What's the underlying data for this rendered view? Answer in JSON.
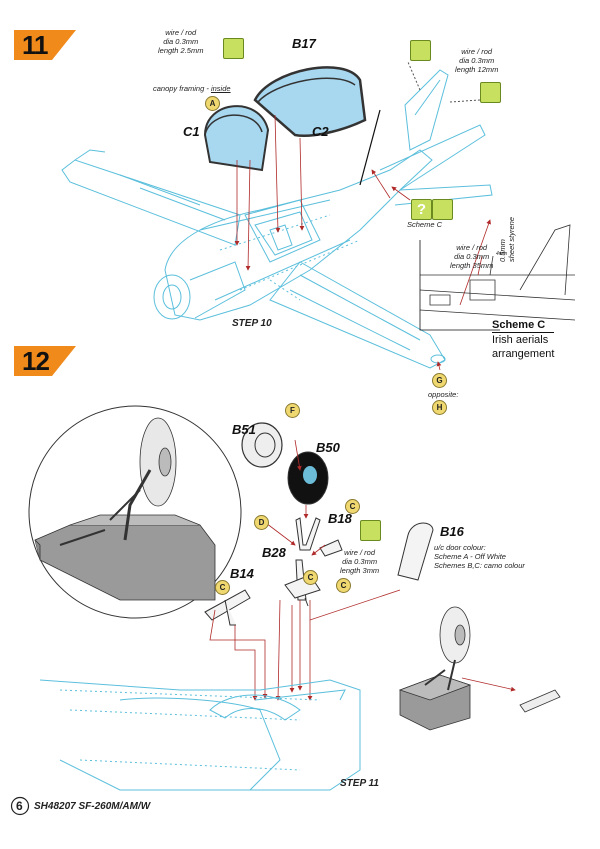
{
  "steps": [
    {
      "number": "11",
      "label": "STEP 10"
    },
    {
      "number": "12",
      "label": "STEP 11"
    }
  ],
  "parts": {
    "b17": "B17",
    "c1": "C1",
    "c2": "C2",
    "b51": "B51",
    "b50": "B50",
    "b18": "B18",
    "b28": "B28",
    "b14": "B14",
    "b16": "B16"
  },
  "notes": {
    "canopy_framing_prefix": "canopy framing - ",
    "canopy_framing_emph": "inside",
    "wire1": [
      "wire / rod",
      "dia 0.3mm",
      "length 2.5mm"
    ],
    "wire2": [
      "wire / rod",
      "dia 0.3mm",
      "length 12mm"
    ],
    "wire3": [
      "wire / rod",
      "dia 0.3mm",
      "length 35mm"
    ],
    "wire4": [
      "wire / rod",
      "dia 0.3mm",
      "length 3mm"
    ],
    "scheme_c_small": "Scheme C",
    "sheet_styrene": [
      "0.5mm",
      "sheet styrene"
    ],
    "small_dim": "4mm",
    "opposite": "opposite:",
    "uc_door": [
      "u/c door colour:",
      "Scheme A - Off White",
      "Schemes B,C: camo colour"
    ]
  },
  "scheme_box": {
    "title": "Scheme C",
    "lines": [
      "Irish aerials",
      "arrangement"
    ]
  },
  "callouts": {
    "a": "A",
    "c": "C",
    "d": "D",
    "f": "F",
    "g": "G",
    "h": "H",
    "question": "?"
  },
  "footer": {
    "page_number": "6",
    "title": "SH48207 SF-260M/AM/W"
  },
  "colors": {
    "badge": "#f08a1a",
    "line": "#5bbfdc",
    "canopy": "#a8d8f0",
    "arrow": "#b02a2a",
    "gray": "#9a9a9a",
    "hand": "#c8e060"
  }
}
